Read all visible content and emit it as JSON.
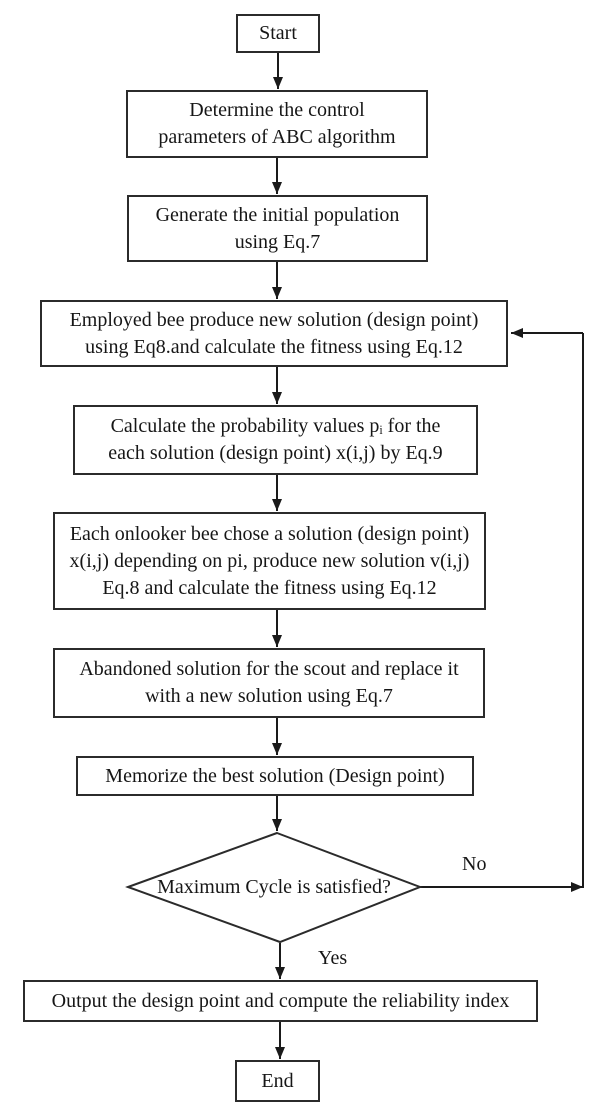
{
  "diagram_type": "flowchart",
  "colors": {
    "line": "#1a1a1a",
    "box_border": "#2b2b2b",
    "background": "#ffffff",
    "text": "#161616"
  },
  "nodes": {
    "start": {
      "shape": "rect",
      "lines": [
        "Start"
      ]
    },
    "determine": {
      "shape": "rect",
      "lines": [
        "Determine the control",
        "parameters of ABC algorithm"
      ]
    },
    "generate": {
      "shape": "rect",
      "lines": [
        "Generate the initial population",
        "using Eq.7"
      ]
    },
    "employed": {
      "shape": "rect",
      "lines": [
        "Employed bee produce new solution (design point)",
        "using Eq8.and calculate the fitness using Eq.12"
      ]
    },
    "probability": {
      "shape": "rect",
      "lines": [
        "Calculate the probability values pᵢ for the",
        "each solution (design point) x(i,j) by Eq.9"
      ]
    },
    "onlooker": {
      "shape": "rect",
      "lines": [
        "Each onlooker bee chose a solution (design point)",
        "x(i,j) depending on pi, produce new solution v(i,j)",
        "Eq.8 and calculate the fitness using Eq.12"
      ]
    },
    "abandoned": {
      "shape": "rect",
      "lines": [
        "Abandoned solution for the scout and replace it",
        "with a new solution using Eq.7"
      ]
    },
    "memorize": {
      "shape": "rect",
      "lines": [
        "Memorize the best solution (Design point)"
      ]
    },
    "decision": {
      "shape": "diamond",
      "lines": [
        "Maximum Cycle is satisfied?"
      ]
    },
    "output": {
      "shape": "rect",
      "lines": [
        "Output the design point and compute the reliability index"
      ]
    },
    "end": {
      "shape": "rect",
      "lines": [
        "End"
      ]
    }
  },
  "edge_labels": {
    "yes": "Yes",
    "no": "No"
  }
}
